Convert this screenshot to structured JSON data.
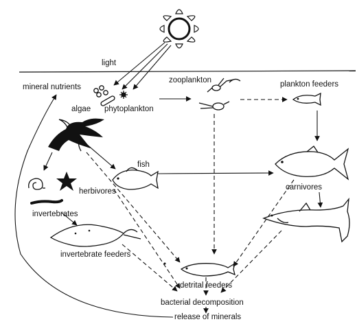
{
  "labels": {
    "light": "light",
    "mineral_nutrients": "mineral nutrients",
    "algae": "algae",
    "phytoplankton": "phytoplankton",
    "zooplankton": "zooplankton",
    "plankton_feeders": "plankton feeders",
    "fish": "fish",
    "herbivores": "herbivores",
    "invertebrates": "invertebrates",
    "invertebrate_feeders": "invertebrate feeders",
    "carnivores": "carnivores",
    "detrital_feeders": "detrital feeders",
    "bacterial_decomposition": "bacterial decomposition",
    "release_of_minerals": "release of minerals"
  },
  "icons": [
    "sun-icon",
    "algae-icon",
    "phytoplankton-icon",
    "zooplankton-icon",
    "plankton-feeder-fish-icon",
    "seaweed-icon",
    "herbivore-fish-icon",
    "snail-icon",
    "starfish-icon",
    "worm-icon",
    "ray-icon",
    "carnivore-fish-icon",
    "shark-icon",
    "detrital-feeder-fish-icon"
  ],
  "colors": {
    "ink": "#111111",
    "background": "#ffffff"
  }
}
